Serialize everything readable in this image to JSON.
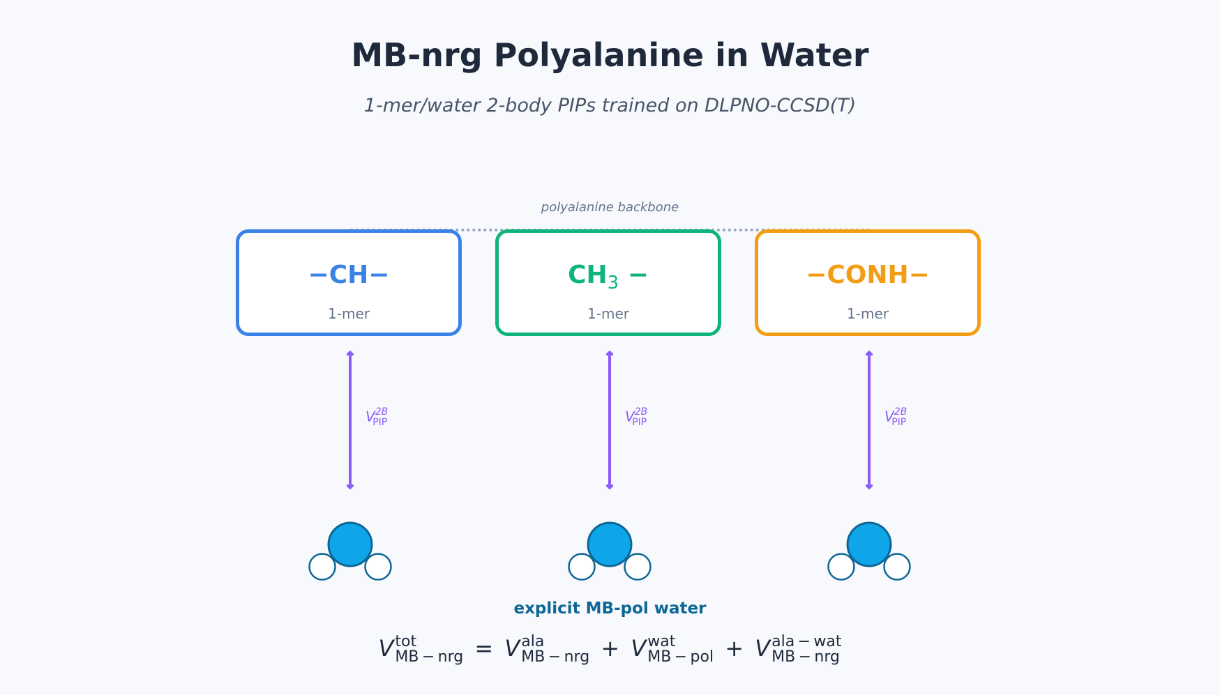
{
  "title": "MB-nrg Polyalanine in Water",
  "subtitle": "1-mer/water 2-body PIPs trained on DLPNO-CCSD(T)",
  "backbone_label": "polyalanine backbone",
  "monomers": [
    {
      "prefix": "−",
      "main": "CH",
      "sub": "",
      "suffix": "−",
      "label": "1-mer",
      "color": "#3b82e6"
    },
    {
      "prefix": "",
      "main": "CH",
      "sub": "3",
      "suffix": " −",
      "label": "1-mer",
      "color": "#10b47a"
    },
    {
      "prefix": "−",
      "main": "CONH",
      "sub": "",
      "suffix": "−",
      "label": "1-mer",
      "color": "#f29d13"
    }
  ],
  "pip": {
    "v": "V",
    "sup": "2B",
    "sub": "PIP",
    "color": "#8b5cf6"
  },
  "water": {
    "label": "explicit MB-pol water",
    "oxygen_color": "#0ea5e9",
    "stroke_color": "#0e6696"
  },
  "equation": {
    "terms": [
      {
        "v": "V",
        "sup": "tot",
        "sub": "MB − nrg"
      },
      {
        "v": "V",
        "sup": "ala",
        "sub": "MB − nrg"
      },
      {
        "v": "V",
        "sup": "wat",
        "sub": "MB − pol"
      },
      {
        "v": "V",
        "sup": "ala − wat",
        "sub": "MB − nrg"
      }
    ],
    "ops": [
      "=",
      "+",
      "+"
    ]
  }
}
